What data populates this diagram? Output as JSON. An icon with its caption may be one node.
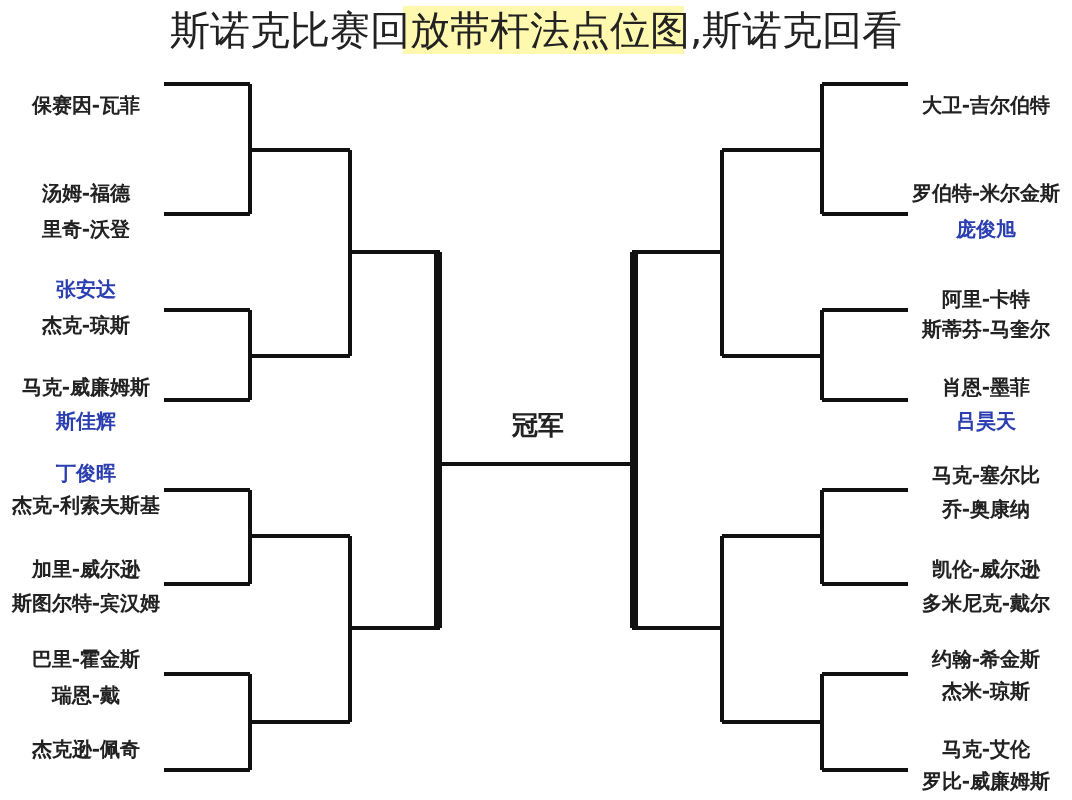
{
  "diagram": {
    "title": "斯诺克比赛回放带杆法点位图,斯诺克回看",
    "nodes": [
      {
        "text": [
          "冠军"
        ]
      }
    ],
    "labels": [
      "保赛因-瓦菲",
      "大卫-吉尔伯特",
      "汤姆-福德",
      "罗伯特-米尔金斯",
      "里奇-沃登",
      "庞俊旭",
      "张安达",
      "阿里-卡特",
      "杰克-琼斯",
      "斯蒂芬-马奎尔",
      "马克-威廉姆斯",
      "肖恩-墨菲",
      "斯佳辉",
      "吕昊天",
      "丁俊晖",
      "马克-塞尔比",
      "杰克-利索夫斯基",
      "乔-奥康纳",
      "加里-威尔逊",
      "凯伦-威尔逊",
      "斯图尔特-宾汉姆",
      "多米尼克-戴尔",
      "巴里-霍金斯",
      "约翰-希金斯",
      "瑞恩-戴",
      "杰米-琼斯",
      "杰克逊-佩奇",
      "马克-艾伦",
      "罗比-威廉姆斯"
    ]
  }
}
